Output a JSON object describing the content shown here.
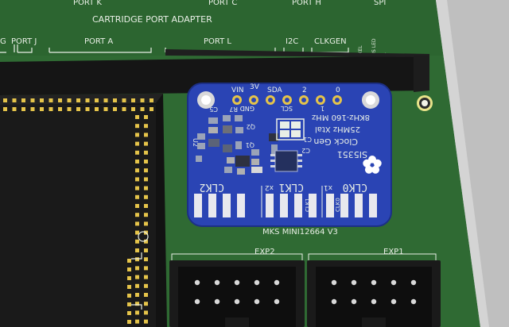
{
  "mainboard": {
    "top_ports": [
      "PORT K",
      "PORT C",
      "PORT H",
      "SPI"
    ],
    "adapter_title": "CARTRIDGE PORT ADAPTER",
    "port_labels": [
      "G",
      "PORT J",
      "PORT A",
      "PORT L",
      "I2C",
      "CLKGEN"
    ],
    "side_labels": [
      "PIXEL",
      "TUS LED",
      "ET"
    ],
    "model_text": "MKS MINI12664 V3",
    "exp_headers": [
      "EXP2",
      "EXP1"
    ]
  },
  "breakout": {
    "chip_name": "SI5351",
    "subtitle": "Clock Gen",
    "spec_xtal": "25MHz Xtal",
    "spec_range": "8KHz-160 MHz",
    "pin_top": [
      "VIN",
      "GND",
      "SDA",
      "2",
      "0"
    ],
    "pin_bottom": [
      "3V",
      "SCL",
      "1"
    ],
    "components": [
      "C5",
      "R7",
      "U2",
      "Q2",
      "Q1",
      "C1",
      "C2"
    ],
    "clock_outputs": [
      "CLK2",
      "CLK1",
      "CLK0"
    ],
    "clock_x": [
      "x2",
      "x1"
    ],
    "clock_side": [
      "CLK1",
      "CLK0"
    ]
  },
  "colors": {
    "pcb_green": "#2f6a33",
    "breakout_blue": "#2a44b4",
    "silkscreen": "#e9efe6",
    "gold_pad": "#e5c44a"
  }
}
